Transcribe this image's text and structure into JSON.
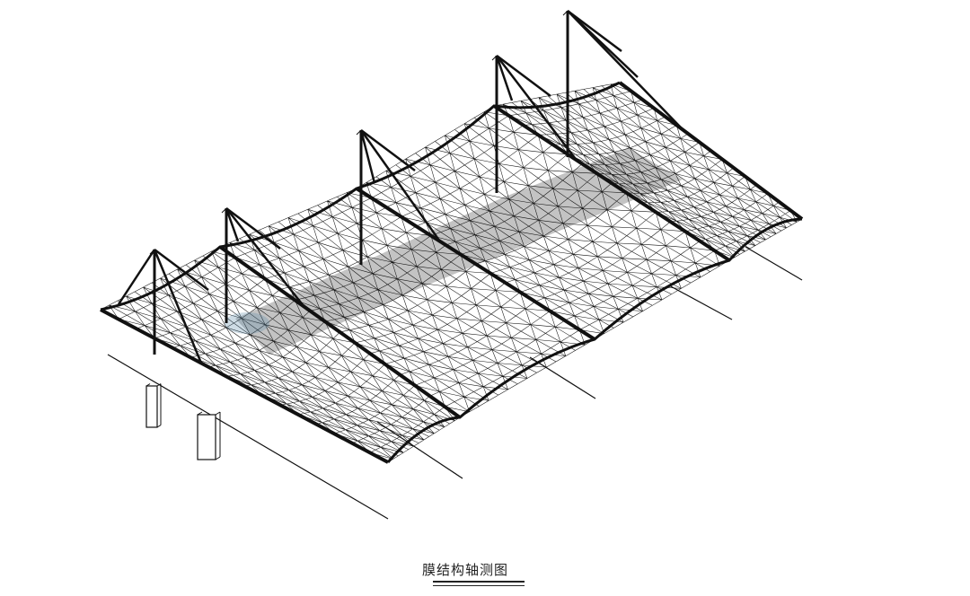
{
  "caption": {
    "title": "膜结构轴测图"
  },
  "colors": {
    "stroke": "#111111",
    "background": "#ffffff",
    "glint": "#5d8aa8"
  },
  "drawing": {
    "bays": 4,
    "masts": 5,
    "ground_cables": 5,
    "base_columns": 2
  }
}
